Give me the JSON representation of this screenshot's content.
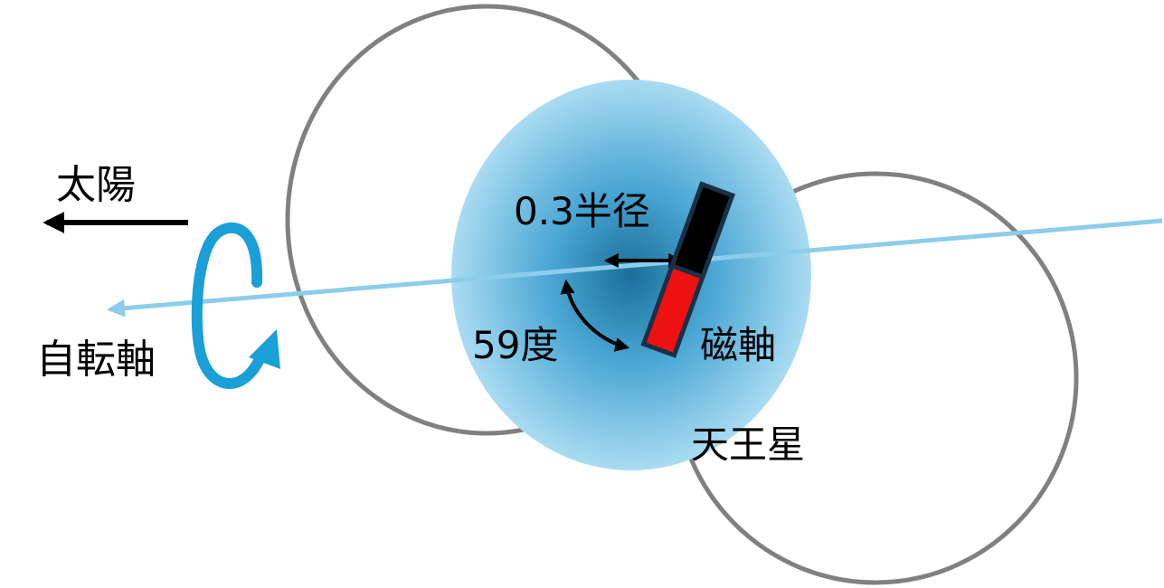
{
  "labels": {
    "sun": "太陽",
    "rotation_axis": "自転軸",
    "offset": "0.3半径",
    "tilt": "59度",
    "magnetic_axis": "磁軸",
    "planet": "天王星"
  },
  "colors": {
    "field_line": "#808080",
    "rotation_axis": "#8ecdea",
    "rotation_arrow": "#1a9fd6",
    "planet_center": "#1a6f99",
    "planet_edge": "#aadcf2",
    "magnet_north": "#000000",
    "magnet_south": "#ee1111",
    "magnet_outline": "#1b2f45",
    "arrow": "#000000"
  }
}
